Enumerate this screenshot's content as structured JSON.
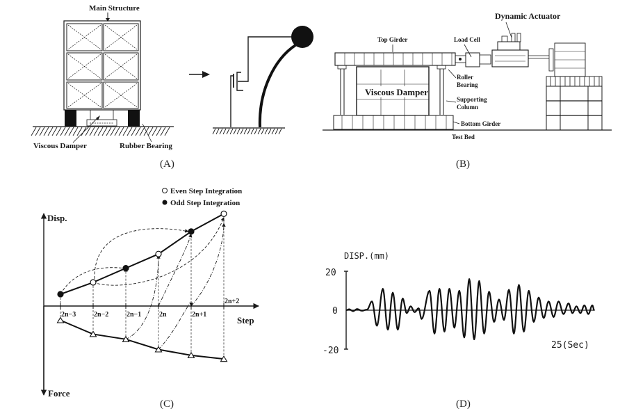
{
  "figure": {
    "captions": {
      "a": "(A)",
      "b": "(B)",
      "c": "(C)",
      "d": "(D)"
    }
  },
  "panel_a": {
    "labels": {
      "main_structure": "Main Structure",
      "viscous_damper": "Viscous Damper",
      "rubber_bearing": "Rubber Bearing"
    },
    "model": {
      "arrow": "loading-direction-arrow",
      "mass": "lumped-mass",
      "column": "flexible-column",
      "damper": "dashpot"
    }
  },
  "panel_b": {
    "labels": {
      "dynamic_actuator": "Dynamic Actuator",
      "top_girder": "Top Girder",
      "load_cell": "Load Cell",
      "roller_bearing_1": "Roller",
      "roller_bearing_2": "Bearing",
      "viscous_damper": "Viscous Damper",
      "supporting_column_1": "Supporting",
      "supporting_column_2": "Column",
      "bottom_girder": "Bottom Girder",
      "test_bed": "Test Bed"
    }
  },
  "panel_c": {
    "legend": {
      "even": "Even Step Integration",
      "odd": "Odd Step Integration"
    },
    "axes": {
      "disp": "Disp.",
      "force": "Force",
      "step": "Step"
    },
    "steps": [
      "2n−3",
      "2n−2",
      "2n−1",
      "2n",
      "2n+1",
      "2n+2"
    ],
    "disp_values": [
      1.0,
      2.0,
      3.2,
      4.4,
      6.3,
      7.8
    ],
    "disp_markers": [
      "odd",
      "even",
      "odd",
      "even",
      "odd",
      "even"
    ],
    "force_values": [
      -1.0,
      -2.9,
      -3.6,
      -5.0,
      -5.8,
      -6.3
    ]
  },
  "chart_data": {
    "type": "line",
    "title": "",
    "ylabel": "DISP.(mm)",
    "xlabel": "25(Sec)",
    "ylim": [
      -20,
      20
    ],
    "xlim": [
      0,
      25
    ],
    "yticks": [
      "20",
      "0",
      "-20"
    ],
    "grid": false,
    "series": [
      {
        "name": "Displacement",
        "peaks": [
          {
            "t": 0.3,
            "v": 0.5
          },
          {
            "t": 0.7,
            "v": -0.5
          },
          {
            "t": 1.1,
            "v": 0.6
          },
          {
            "t": 1.6,
            "v": -0.3
          },
          {
            "t": 2.1,
            "v": 0.3
          },
          {
            "t": 2.6,
            "v": 4.5
          },
          {
            "t": 3.1,
            "v": -8
          },
          {
            "t": 3.7,
            "v": 11
          },
          {
            "t": 4.2,
            "v": -10
          },
          {
            "t": 4.7,
            "v": 9
          },
          {
            "t": 5.2,
            "v": -10
          },
          {
            "t": 5.7,
            "v": 6
          },
          {
            "t": 6.1,
            "v": -1.5
          },
          {
            "t": 6.5,
            "v": 2
          },
          {
            "t": 6.9,
            "v": -1
          },
          {
            "t": 7.3,
            "v": 1
          },
          {
            "t": 7.6,
            "v": -4.5
          },
          {
            "t": 8.4,
            "v": 10
          },
          {
            "t": 8.9,
            "v": -12
          },
          {
            "t": 9.4,
            "v": 11
          },
          {
            "t": 9.9,
            "v": -11
          },
          {
            "t": 10.4,
            "v": 11
          },
          {
            "t": 10.9,
            "v": -9
          },
          {
            "t": 11.4,
            "v": 10
          },
          {
            "t": 11.9,
            "v": -14
          },
          {
            "t": 12.4,
            "v": 16
          },
          {
            "t": 12.9,
            "v": -15
          },
          {
            "t": 13.4,
            "v": 15
          },
          {
            "t": 13.9,
            "v": -12
          },
          {
            "t": 14.4,
            "v": 9.5
          },
          {
            "t": 14.9,
            "v": -6
          },
          {
            "t": 15.4,
            "v": 5.5
          },
          {
            "t": 15.9,
            "v": -5
          },
          {
            "t": 16.4,
            "v": 10.5
          },
          {
            "t": 16.9,
            "v": -12
          },
          {
            "t": 17.4,
            "v": 13
          },
          {
            "t": 17.9,
            "v": -11
          },
          {
            "t": 18.4,
            "v": 10
          },
          {
            "t": 18.9,
            "v": -6
          },
          {
            "t": 19.4,
            "v": 6.5
          },
          {
            "t": 19.9,
            "v": -4
          },
          {
            "t": 20.4,
            "v": 4.5
          },
          {
            "t": 20.9,
            "v": -3.5
          },
          {
            "t": 21.4,
            "v": 4.5
          },
          {
            "t": 21.9,
            "v": -2
          },
          {
            "t": 22.4,
            "v": 3.5
          },
          {
            "t": 22.8,
            "v": -1.5
          },
          {
            "t": 23.2,
            "v": 2
          },
          {
            "t": 23.6,
            "v": -1.5
          },
          {
            "t": 24.0,
            "v": 2.5
          },
          {
            "t": 24.4,
            "v": -2
          },
          {
            "t": 24.8,
            "v": 2.5
          },
          {
            "t": 25.0,
            "v": 0
          }
        ]
      }
    ]
  }
}
